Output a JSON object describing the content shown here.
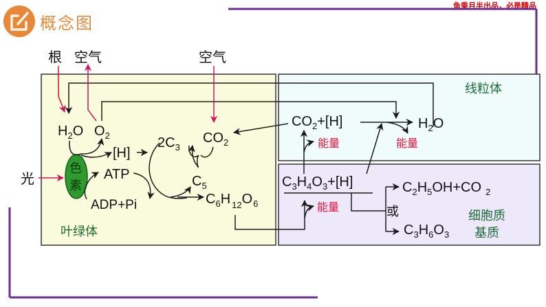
{
  "header": {
    "title": "概念图",
    "title_icon": "edit-icon",
    "slogan": "鱼乘月半出品，必是精品"
  },
  "colors": {
    "accent_orange": "#E8873A",
    "frame_purple": "#6B2C91",
    "chloroplast_bg": "#FAFBDC",
    "mito_bg": "#F0FBFB",
    "cytoplasm_bg": "#EDE8FA",
    "energy_red": "#E0143C",
    "label_green": "#1E6B3A",
    "pigment_green": "#2E9B2E",
    "input_arrow_magenta": "#D4145A"
  },
  "diagram": {
    "external": {
      "root": "根",
      "air_top_left": "空气",
      "air_top_mid": "空气",
      "light": "光"
    },
    "chloroplast": {
      "label": "叶绿体",
      "pigment_line1": "色",
      "pigment_line2": "素",
      "h2o": {
        "main": "H",
        "sub": "2",
        "tail": "O"
      },
      "o2": {
        "main": "O",
        "sub": "2"
      },
      "nadph": "[H]",
      "atp": "ATP",
      "adp": "ADP+Pi",
      "c3": {
        "pre": "2C",
        "sub": "3"
      },
      "co2": {
        "main": "CO",
        "sub": "2"
      },
      "c5": {
        "main": "C",
        "sub": "5"
      },
      "glucose": {
        "a": "C",
        "s1": "6",
        "b": "H",
        "s2": "12",
        "c": "O",
        "s3": "6"
      }
    },
    "mitochondrion": {
      "label": "线粒体",
      "co2_h": {
        "main": "CO",
        "sub": "2",
        "tail": "+[H]"
      },
      "h2o": {
        "main": "H",
        "sub": "2",
        "tail": "O"
      },
      "energy_1": "能量",
      "energy_2": "能量"
    },
    "cytoplasm": {
      "label_line1": "细胞质",
      "label_line2": "基质",
      "pyruvate": {
        "a": "C",
        "s1": "3",
        "b": "H",
        "s2": "4",
        "c": "O",
        "s3": "3",
        "tail": "+[H]"
      },
      "energy": "能量",
      "or": "或",
      "ethanol": {
        "a": "C",
        "s1": "2",
        "b": "H",
        "s2": "5",
        "c": "OH+CO",
        "s3": "2"
      },
      "lactate": {
        "a": "C",
        "s1": "3",
        "b": "H",
        "s2": "6",
        "c": "O",
        "s3": "3"
      }
    }
  }
}
